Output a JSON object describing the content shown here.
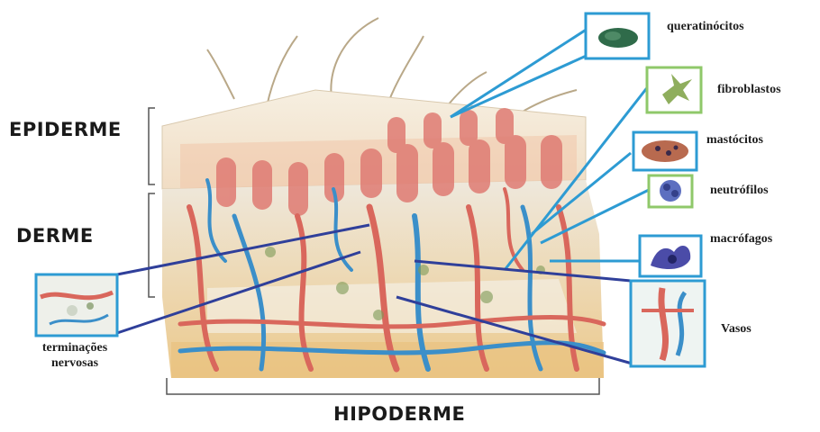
{
  "layers": {
    "epidermis": "EPIDERME",
    "dermis": "DERME",
    "hypodermis": "HIPODERME"
  },
  "callouts": {
    "keratinocytes": "queratinócitos",
    "fibroblasts": "fibroblastos",
    "mast_cells": "mastócitos",
    "neutrophils": "neutrófilos",
    "macrophages": "macrófagos",
    "vessels": "Vasos",
    "nerve_endings_line1": "terminações",
    "nerve_endings_line2": "nervosas"
  },
  "colors": {
    "callout_blue": "#2d9bd3",
    "callout_navy": "#2f3f9a",
    "callout_green": "#8fc86a",
    "artery_red": "#d9675c",
    "vein_blue": "#3b8fc9"
  }
}
